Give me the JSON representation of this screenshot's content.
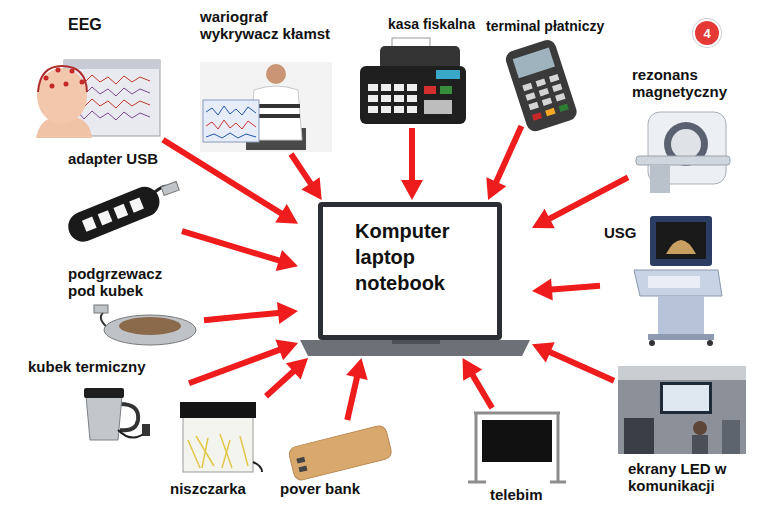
{
  "diagram": {
    "nodes": [
      {
        "text": [
          "EEG"
        ]
      },
      {
        "text": [
          "wariograf wykrywacz kłamst"
        ]
      },
      {
        "text": [
          "kasa fiskalna"
        ]
      },
      {
        "text": [
          "terminal płatniczy"
        ]
      },
      {
        "text": [
          "4"
        ]
      },
      {
        "text": [
          "rezonans magnetyczny"
        ]
      },
      {
        "text": [
          "adapter USB"
        ]
      },
      {
        "text": [
          "Komputer laptop notebook"
        ]
      },
      {
        "text": [
          "USG"
        ]
      },
      {
        "text": [
          "podgrzewacz pod kubek"
        ]
      },
      {
        "text": [
          "kubek termiczny"
        ]
      },
      {
        "text": [
          "niszczarka"
        ]
      },
      {
        "text": [
          "pover bank"
        ]
      },
      {
        "text": [
          "telebim"
        ]
      },
      {
        "text": [
          "ekrany LED w komunikacji"
        ]
      }
    ],
    "edges": [
      {
        "from": 0,
        "to": 7,
        "arrow": "to"
      },
      {
        "from": 1,
        "to": 7,
        "arrow": "to"
      },
      {
        "from": 2,
        "to": 7,
        "arrow": "to"
      },
      {
        "from": 3,
        "to": 7,
        "arrow": "to"
      },
      {
        "from": 5,
        "to": 7,
        "arrow": "to"
      },
      {
        "from": 6,
        "to": 7,
        "arrow": "to"
      },
      {
        "from": 8,
        "to": 7,
        "arrow": "to"
      },
      {
        "from": 9,
        "to": 7,
        "arrow": "to"
      },
      {
        "from": 10,
        "to": 7,
        "arrow": "to"
      },
      {
        "from": 11,
        "to": 7,
        "arrow": "to"
      },
      {
        "from": 12,
        "to": 7,
        "arrow": "to"
      },
      {
        "from": 13,
        "to": 7,
        "arrow": "to"
      },
      {
        "from": 14,
        "to": 7,
        "arrow": "to"
      }
    ]
  }
}
